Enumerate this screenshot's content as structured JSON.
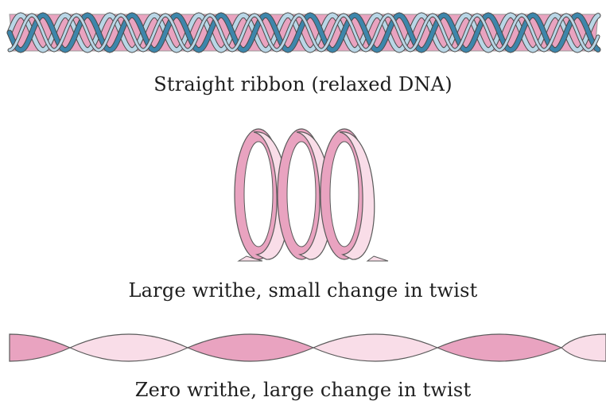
{
  "captions": {
    "straight": "Straight ribbon (relaxed DNA)",
    "writhe": "Large writhe, small change in twist",
    "twist": "Zero writhe, large change in twist"
  },
  "colors": {
    "pink_dark": "#e9a3c0",
    "pink_light": "#f9dde8",
    "blue_dark": "#3d86ab",
    "blue_light": "#b9d6e6",
    "outline": "#5a5a5a"
  }
}
